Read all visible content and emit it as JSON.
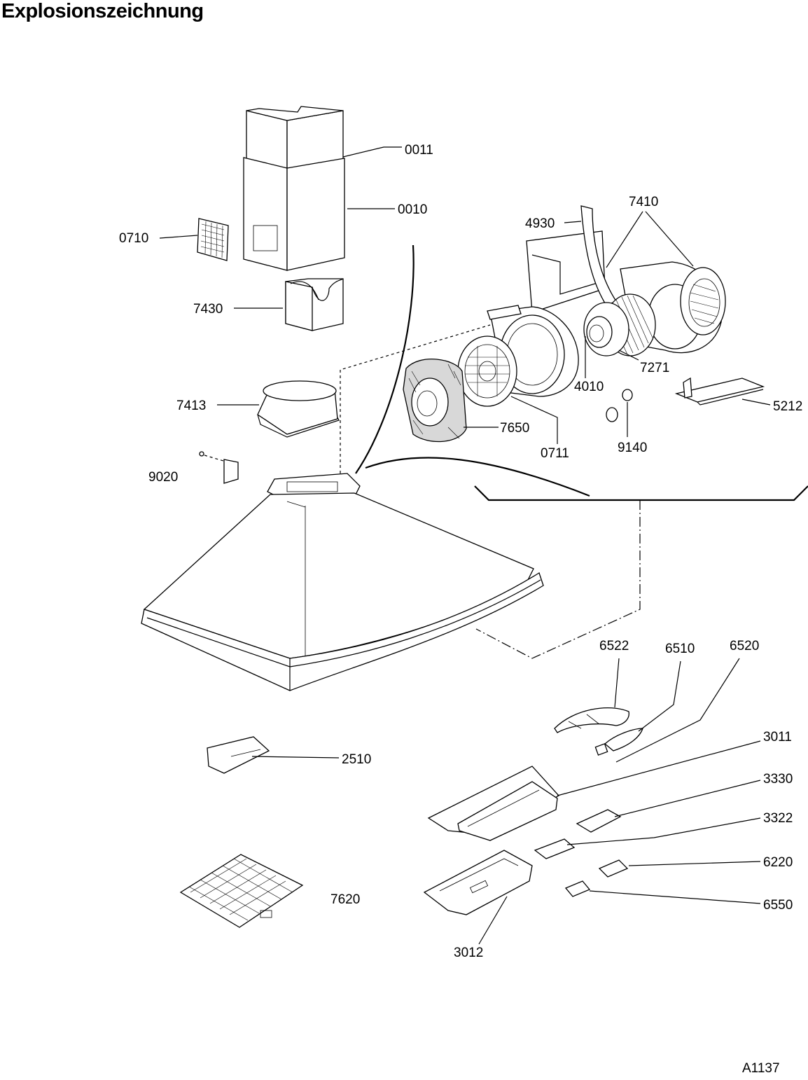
{
  "title": "Explosionszeichnung",
  "drawing_code": "A1137",
  "parts": [
    {
      "id": "p0011",
      "label": "0011"
    },
    {
      "id": "p0010",
      "label": "0010"
    },
    {
      "id": "p0710",
      "label": "0710"
    },
    {
      "id": "p7430",
      "label": "7430"
    },
    {
      "id": "p7413",
      "label": "7413"
    },
    {
      "id": "p9020",
      "label": "9020"
    },
    {
      "id": "p4930",
      "label": "4930"
    },
    {
      "id": "p7410",
      "label": "7410"
    },
    {
      "id": "p7271",
      "label": "7271"
    },
    {
      "id": "p4010",
      "label": "4010"
    },
    {
      "id": "p5212",
      "label": "5212"
    },
    {
      "id": "p7650",
      "label": "7650"
    },
    {
      "id": "p0711",
      "label": "0711"
    },
    {
      "id": "p9140",
      "label": "9140"
    },
    {
      "id": "p6522",
      "label": "6522"
    },
    {
      "id": "p6510",
      "label": "6510"
    },
    {
      "id": "p6520",
      "label": "6520"
    },
    {
      "id": "p3011",
      "label": "3011"
    },
    {
      "id": "p2510",
      "label": "2510"
    },
    {
      "id": "p3330",
      "label": "3330"
    },
    {
      "id": "p3322",
      "label": "3322"
    },
    {
      "id": "p6220",
      "label": "6220"
    },
    {
      "id": "p7620",
      "label": "7620"
    },
    {
      "id": "p6550",
      "label": "6550"
    },
    {
      "id": "p3012",
      "label": "3012"
    }
  ]
}
